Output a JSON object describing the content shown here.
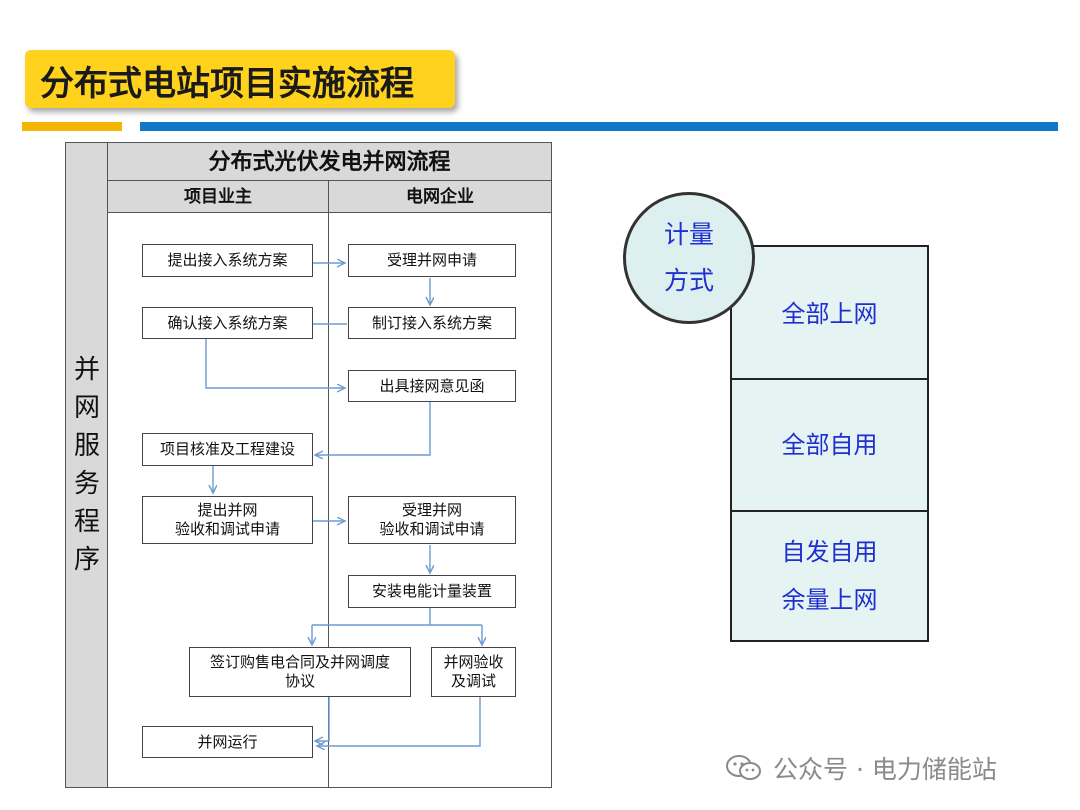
{
  "page_title": "分布式电站项目实施流程",
  "flowchart": {
    "title": "分布式光伏发电并网流程",
    "side_label": "并\n网\n服\n务\n程\n序",
    "columns": [
      "项目业主",
      "电网企业"
    ],
    "nodes": {
      "propose_scheme": "提出接入系统方案",
      "accept_application": "受理并网申请",
      "confirm_scheme": "确认接入系统方案",
      "formulate_scheme": "制订接入系统方案",
      "issue_opinion": "出具接网意见函",
      "approval_construction": "项目核准及工程建设",
      "submit_acceptance": "提出并网\n验收和调试申请",
      "accept_acceptance": "受理并网\n验收和调试申请",
      "install_meter": "安装电能计量装置",
      "sign_contract": "签订购售电合同及并网调度\n协议",
      "grid_acceptance": "并网验收\n及调试",
      "grid_operation": "并网运行"
    }
  },
  "metering": {
    "circle_label": "计量\n方式",
    "modes": [
      "全部上网",
      "全部自用",
      "自发自用\n余量上网"
    ]
  },
  "watermark": "公众号 · 电力储能站"
}
